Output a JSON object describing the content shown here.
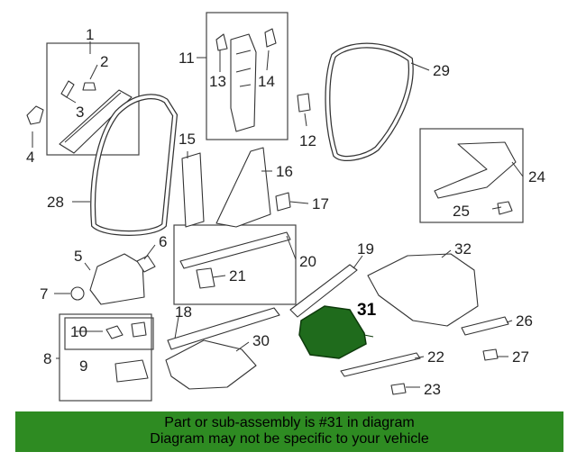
{
  "callouts": [
    "1",
    "2",
    "3",
    "4",
    "5",
    "6",
    "7",
    "8",
    "9",
    "10",
    "11",
    "12",
    "13",
    "14",
    "15",
    "16",
    "17",
    "18",
    "19",
    "20",
    "21",
    "22",
    "23",
    "24",
    "25",
    "26",
    "27",
    "28",
    "29",
    "30",
    "31",
    "32"
  ],
  "highlighted_part": "31",
  "highlight_color": "#1f6b1c",
  "banner": {
    "line1": "Part or sub-assembly is #31 in diagram",
    "line2": "Diagram may not be specific to your vehicle",
    "color": "#2e8b22"
  }
}
